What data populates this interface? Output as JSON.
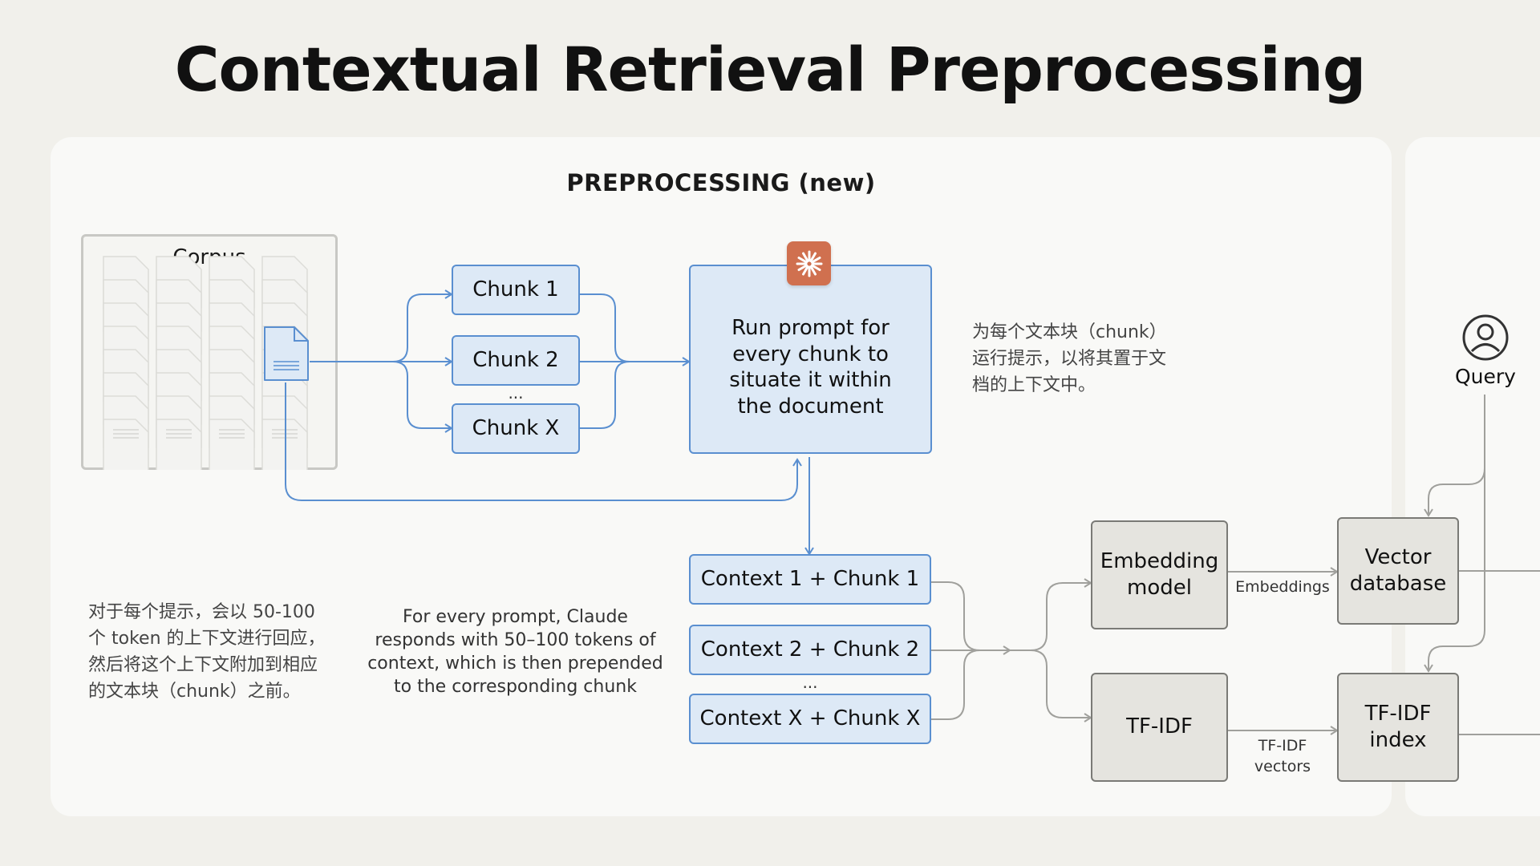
{
  "title": "Contextual Retrieval Preprocessing",
  "section_title": "PREPROCESSING (new)",
  "corpus": {
    "label": "Corpus"
  },
  "chunks": [
    "Chunk 1",
    "Chunk 2",
    "Chunk X"
  ],
  "ellipsis": "...",
  "prompt_box": [
    "Run prompt for",
    "every chunk to",
    "situate it within",
    "the document"
  ],
  "note_zh_top": [
    "为每个文本块（chunk）",
    "运行提示，以将其置于文",
    "档的上下文中。"
  ],
  "contexts": [
    "Context 1 + Chunk 1",
    "Context 2 + Chunk 2",
    "Context X + Chunk X"
  ],
  "note_zh_bottom": [
    "对于每个提示，会以 50-100",
    "个 token 的上下文进行回应，",
    "然后将这个上下文附加到相应",
    "的文本块（chunk）之前。"
  ],
  "note_en": [
    "For every prompt, Claude",
    "responds with 50–100 tokens of",
    "context, which is then prepended",
    "to the corresponding chunk"
  ],
  "embedding_model": [
    "Embedding",
    "model"
  ],
  "tfidf": "TF-IDF",
  "embeddings_label": "Embeddings",
  "tfidf_vectors_label": [
    "TF-IDF",
    "vectors"
  ],
  "vector_db": [
    "Vector",
    "database"
  ],
  "tfidf_index": [
    "TF-IDF",
    "index"
  ],
  "query_label": "Query",
  "colors": {
    "blue_line": "#5a8fd0",
    "gray_line": "#a0a09c",
    "blue_fill": "#dde9f6",
    "gray_fill": "#e5e4df",
    "claude_orange": "#d0704f"
  }
}
